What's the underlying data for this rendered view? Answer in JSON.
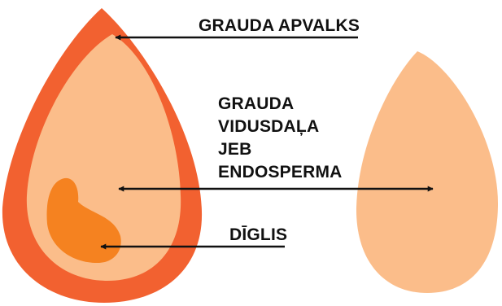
{
  "colors": {
    "husk": "#f26130",
    "endosperm": "#fbbd8a",
    "germ": "#f58220",
    "arrow": "#111111",
    "text": "#111111"
  },
  "labels": {
    "husk": "GRAUDA APVALKS",
    "endosperm_lines": [
      "GRAUDA",
      "VIDUSDAĻA",
      "JEB",
      "ENDOSPERMA"
    ],
    "germ": "DĪGLIS"
  }
}
